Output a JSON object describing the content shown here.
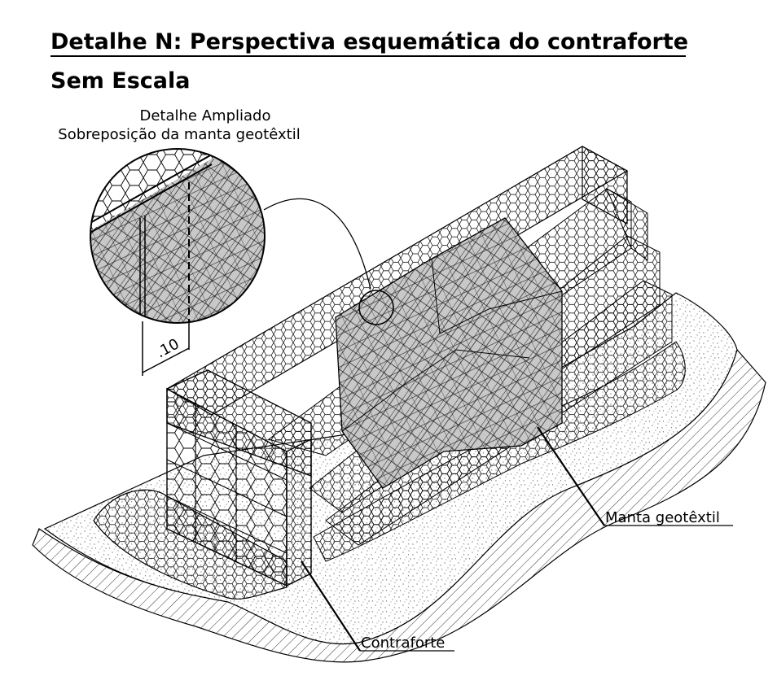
{
  "title": "Detalhe N: Perspectiva esquemática do contraforte",
  "subtitle": "Sem Escala",
  "detail": {
    "heading": "Detalhe Ampliado",
    "caption": "Sobreposição da manta geotêxtil",
    "dimension": ".10"
  },
  "labels": {
    "geotextile": "Manta geotêxtil",
    "buttress": "Contraforte"
  },
  "colors": {
    "ink": "#000000",
    "geotextile_fill": "#c8c8c8",
    "ground_fill": "#ffffff"
  }
}
